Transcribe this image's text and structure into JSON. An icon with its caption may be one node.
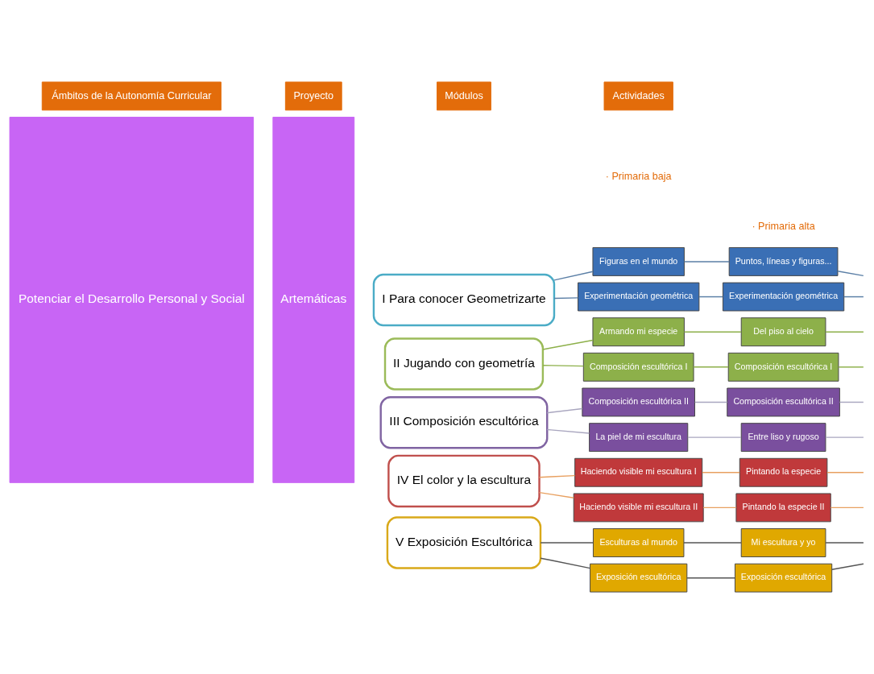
{
  "diagram": {
    "nodes": [
      {
        "text": [
          "Ámbitos de la Autonomía Curricular"
        ]
      },
      {
        "text": [
          "Proyecto"
        ]
      },
      {
        "text": [
          "Módulos"
        ]
      },
      {
        "text": [
          "Actividades"
        ]
      },
      {
        "text": [
          "Potenciar el Desarrollo Personal y Social"
        ]
      },
      {
        "text": [
          "Artemáticas"
        ]
      },
      {
        "text": [
          "I Para conocer Geometrizarte"
        ]
      },
      {
        "text": [
          "Figuras en el mundo"
        ]
      },
      {
        "text": [
          "Puntos, líneas y figuras..."
        ]
      },
      {
        "text": [
          "Experimentación geométrica"
        ]
      },
      {
        "text": [
          "Experimentación geométrica"
        ]
      },
      {
        "text": [
          "II Jugando con geometría"
        ]
      },
      {
        "text": [
          "Armando mi especie"
        ]
      },
      {
        "text": [
          "Del piso al cielo"
        ]
      },
      {
        "text": [
          "Composición escultórica I"
        ]
      },
      {
        "text": [
          "Composición escultórica I"
        ]
      },
      {
        "text": [
          "III Composición escultórica"
        ]
      },
      {
        "text": [
          "Composición escultórica II"
        ]
      },
      {
        "text": [
          "Composición escultórica II"
        ]
      },
      {
        "text": [
          "La piel de mi escultura"
        ]
      },
      {
        "text": [
          "Entre liso y rugoso"
        ]
      },
      {
        "text": [
          "IV El color y la escultura"
        ]
      },
      {
        "text": [
          "Haciendo visible mi escultura I"
        ]
      },
      {
        "text": [
          "Pintando la especie"
        ]
      },
      {
        "text": [
          "Haciendo visible mi escultura II"
        ]
      },
      {
        "text": [
          "Pintando la especie II"
        ]
      },
      {
        "text": [
          "V Exposición Escultórica"
        ]
      },
      {
        "text": [
          "Esculturas al mundo"
        ]
      },
      {
        "text": [
          "Mi escultura y yo"
        ]
      },
      {
        "text": [
          "Exposición escultórica"
        ]
      },
      {
        "text": [
          "Exposición escultórica"
        ]
      }
    ],
    "edges": [
      {
        "from": 6,
        "to": 7,
        "arrow": "none",
        "color": "#5b7fa6"
      },
      {
        "from": 7,
        "to": 8,
        "arrow": "none",
        "color": "#5b7fa6"
      },
      {
        "from": 8,
        "to": null,
        "arrow": "none",
        "color": "#5b7fa6"
      },
      {
        "from": 6,
        "to": 9,
        "arrow": "none",
        "color": "#5b7fa6"
      },
      {
        "from": 9,
        "to": 10,
        "arrow": "none",
        "color": "#5b7fa6"
      },
      {
        "from": 10,
        "to": null,
        "arrow": "none",
        "color": "#5b7fa6"
      },
      {
        "from": 11,
        "to": 12,
        "arrow": "none",
        "color": "#8db04a"
      },
      {
        "from": 12,
        "to": 13,
        "arrow": "none",
        "color": "#8db04a"
      },
      {
        "from": 13,
        "to": null,
        "arrow": "none",
        "color": "#8db04a"
      },
      {
        "from": 11,
        "to": 14,
        "arrow": "none",
        "color": "#8db04a"
      },
      {
        "from": 14,
        "to": 15,
        "arrow": "none",
        "color": "#8db04a"
      },
      {
        "from": 15,
        "to": null,
        "arrow": "none",
        "color": "#8db04a"
      },
      {
        "from": 16,
        "to": 17,
        "arrow": "none",
        "color": "#a9a6bf"
      },
      {
        "from": 17,
        "to": 18,
        "arrow": "none",
        "color": "#a9a6bf"
      },
      {
        "from": 18,
        "to": null,
        "arrow": "none",
        "color": "#a9a6bf"
      },
      {
        "from": 16,
        "to": 19,
        "arrow": "none",
        "color": "#a9a6bf"
      },
      {
        "from": 19,
        "to": 20,
        "arrow": "none",
        "color": "#a9a6bf"
      },
      {
        "from": 20,
        "to": null,
        "arrow": "none",
        "color": "#a9a6bf"
      },
      {
        "from": 21,
        "to": 22,
        "arrow": "none",
        "color": "#e8a060"
      },
      {
        "from": 22,
        "to": 23,
        "arrow": "none",
        "color": "#e8a060"
      },
      {
        "from": 23,
        "to": null,
        "arrow": "none",
        "color": "#e8a060"
      },
      {
        "from": 21,
        "to": 24,
        "arrow": "none",
        "color": "#e8a060"
      },
      {
        "from": 24,
        "to": 25,
        "arrow": "none",
        "color": "#e8a060"
      },
      {
        "from": 25,
        "to": null,
        "arrow": "none",
        "color": "#e8a060"
      },
      {
        "from": 26,
        "to": 27,
        "arrow": "none",
        "color": "#555555"
      },
      {
        "from": 27,
        "to": 28,
        "arrow": "none",
        "color": "#555555"
      },
      {
        "from": 28,
        "to": null,
        "arrow": "none",
        "color": "#555555"
      },
      {
        "from": 26,
        "to": 29,
        "arrow": "none",
        "color": "#555555"
      },
      {
        "from": 29,
        "to": 30,
        "arrow": "none",
        "color": "#555555"
      },
      {
        "from": 30,
        "to": null,
        "arrow": "none",
        "color": "#555555"
      }
    ],
    "labels": [
      "· Primaria baja",
      "· Primaria alta"
    ]
  }
}
